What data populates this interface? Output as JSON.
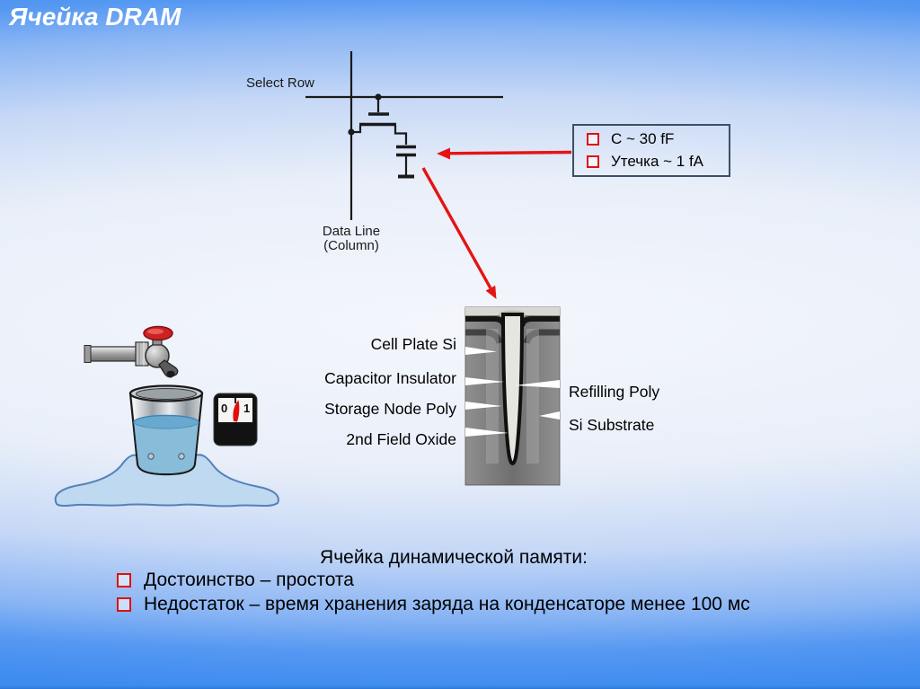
{
  "title": "Ячейка DRAM",
  "colors": {
    "background_top": "#4a8ef0",
    "background_center": "#f4f6fc",
    "background_bottom": "#3f8cf0",
    "accent_red": "#e01010",
    "circuit_line": "#1a1a1a",
    "title_text": "#ffffff",
    "callout_border": "#3c4f66"
  },
  "circuit": {
    "select_row_label": "Select Row",
    "data_line_label_line1": "Data Line",
    "data_line_label_line2": "(Column)"
  },
  "callout": {
    "items": [
      {
        "text": "C ~ 30 fF"
      },
      {
        "text": "Утечка ~ 1 fA"
      }
    ]
  },
  "trench_image": {
    "labels_left": [
      {
        "text": "Cell Plate Si"
      },
      {
        "text": "Capacitor Insulator"
      },
      {
        "text": "Storage Node Poly"
      },
      {
        "text": "2nd Field Oxide"
      }
    ],
    "labels_right": [
      {
        "text": "Refilling Poly"
      },
      {
        "text": "Si Substrate"
      }
    ]
  },
  "gauge": {
    "left_digit": "0",
    "right_digit": "1"
  },
  "summary": {
    "heading": "Ячейка динамической памяти:",
    "bullets": [
      {
        "text": "Достоинство – простота"
      },
      {
        "text": "Недостаток – время хранения заряда на конденсаторе менее 100 мс"
      }
    ]
  }
}
